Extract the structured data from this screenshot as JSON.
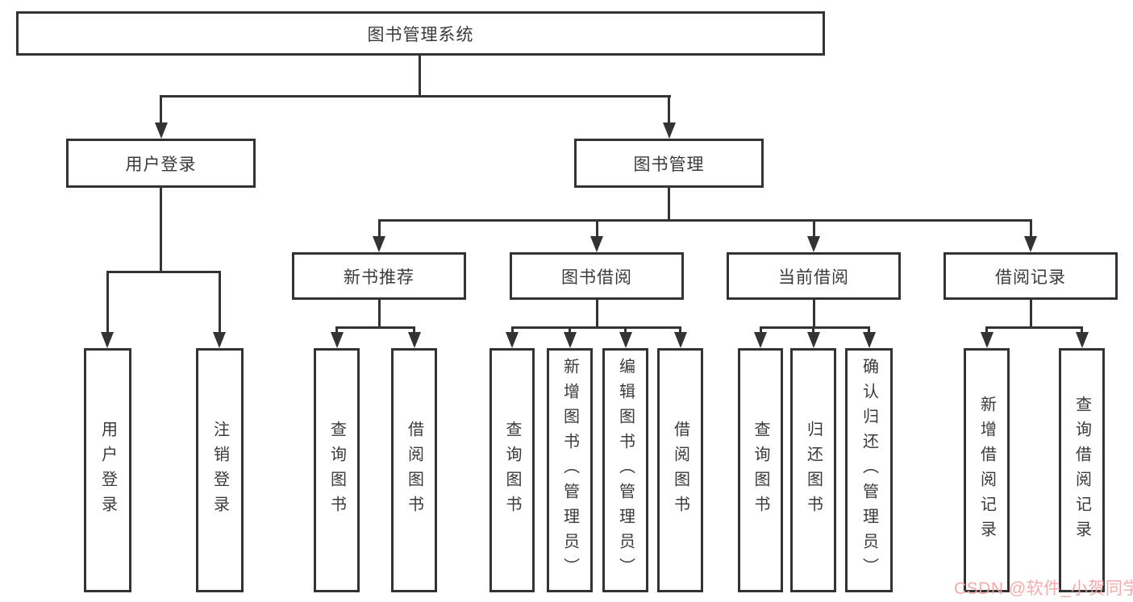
{
  "tree": {
    "label": "图书管理系统",
    "children": [
      {
        "label": "用户登录",
        "children": [
          {
            "label": "用户登录"
          },
          {
            "label": "注销登录"
          }
        ]
      },
      {
        "label": "图书管理",
        "children": [
          {
            "label": "新书推荐",
            "children": [
              {
                "label": "查询图书"
              },
              {
                "label": "借阅图书"
              }
            ]
          },
          {
            "label": "图书借阅",
            "children": [
              {
                "label": "查询图书"
              },
              {
                "label": "新增图书（管理员）"
              },
              {
                "label": "编辑图书（管理员）"
              },
              {
                "label": "借阅图书"
              }
            ]
          },
          {
            "label": "当前借阅",
            "children": [
              {
                "label": "查询图书"
              },
              {
                "label": "归还图书"
              },
              {
                "label": "确认归还（管理员）"
              }
            ]
          },
          {
            "label": "借阅记录",
            "children": [
              {
                "label": "新增借阅记录"
              },
              {
                "label": "查询借阅记录"
              }
            ]
          }
        ]
      }
    ]
  },
  "watermark": {
    "text": "CSDN @软件_小贺同学"
  },
  "colors": {
    "line": "#333333",
    "box_border": "#333333",
    "text": "#3a3a3a",
    "background": "#ffffff",
    "watermark": "#f2a3a3"
  }
}
